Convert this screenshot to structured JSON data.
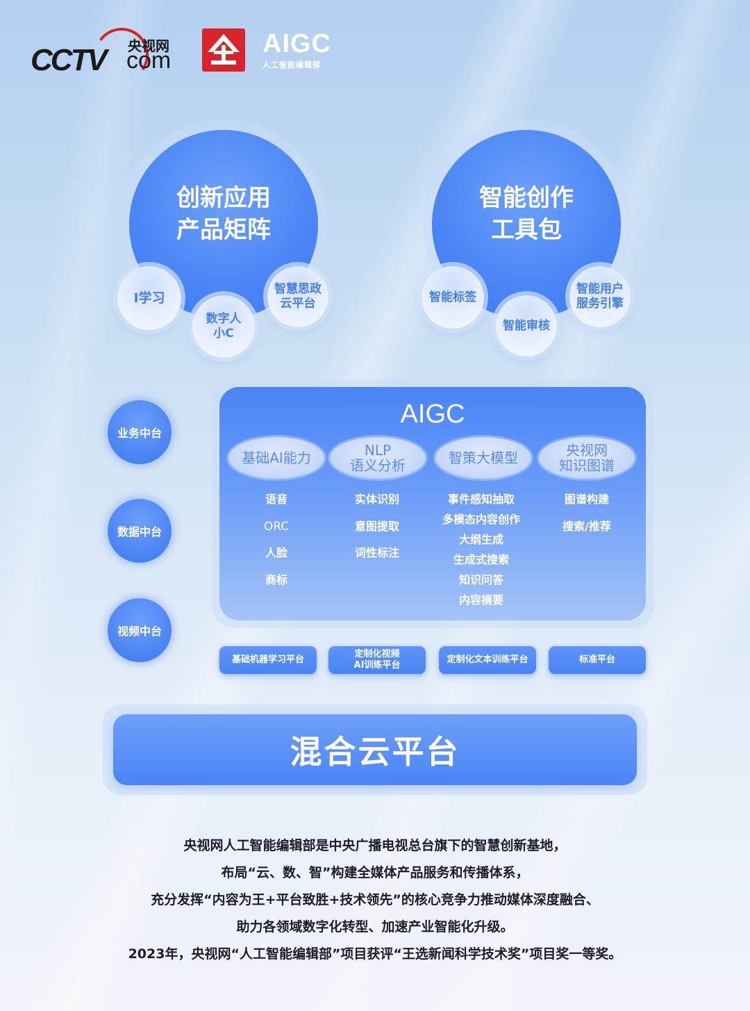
{
  "header": {
    "cctv_logo": {
      "wordmark": "CCTV",
      "cn": "央视网",
      "domain": "com"
    },
    "aigc_logo": {
      "title": "AIGC",
      "subtitle": "人工智能编辑部"
    }
  },
  "top_modules": [
    {
      "title_lines": [
        "创新应用",
        "产品矩阵"
      ],
      "sub_items": [
        {
          "lines": [
            "I学习"
          ]
        },
        {
          "lines": [
            "数字人",
            "小C"
          ]
        },
        {
          "lines": [
            "智慧思政",
            "云平台"
          ]
        }
      ]
    },
    {
      "title_lines": [
        "智能创作",
        "工具包"
      ],
      "sub_items": [
        {
          "lines": [
            "智能标签"
          ]
        },
        {
          "lines": [
            "智能审核"
          ]
        },
        {
          "lines": [
            "智能用户",
            "服务引擎"
          ]
        }
      ]
    }
  ],
  "side_platforms": [
    "业务中台",
    "数据中台",
    "视频中台"
  ],
  "aigc_panel": {
    "title": "AIGC",
    "columns": [
      {
        "header": [
          "基础AI能力"
        ],
        "items": [
          "语音",
          "ORC",
          "人脸",
          "商标"
        ]
      },
      {
        "header": [
          "NLP",
          "语义分析"
        ],
        "items": [
          "实体识别",
          "意图提取",
          "词性标注"
        ]
      },
      {
        "header": [
          "智策大模型"
        ],
        "items": [
          "事件感知抽取",
          "多模态内容创作",
          "大纲生成",
          "生成式搜索",
          "知识问答",
          "内容摘要"
        ]
      },
      {
        "header": [
          "央视网",
          "知识图谱"
        ],
        "items": [
          "图谱构建",
          "搜索/推荐"
        ]
      }
    ]
  },
  "training_platforms": [
    {
      "lines": [
        "基础机器学习平台"
      ]
    },
    {
      "lines": [
        "定制化视频",
        "AI训练平台"
      ]
    },
    {
      "lines": [
        "定制化文本训练平台"
      ]
    },
    {
      "lines": [
        "标准平台"
      ]
    }
  ],
  "foundation": {
    "label": "混合云平台"
  },
  "description": [
    "央视网人工智能编辑部是中央广播电视总台旗下的智慧创新基地，",
    "布局“云、数、智”构建全媒体产品服务和传播体系，",
    "充分发挥“内容为王+平台致胜+技术领先”的核心竞争力推动媒体深度融合、",
    "助力各领域数字化转型、加速产业智能化升级。",
    "2023年，央视网“人工智能编辑部”项目获评“王选新闻科学技术奖”项目奖一等奖。"
  ],
  "colors": {
    "primary_blue": "#4a84f6",
    "light_blue": "#6da0fb",
    "badge_red": "#d8232a",
    "text_dark": "#1c1c2e",
    "sub_circle_text": "#4a7fe8"
  }
}
